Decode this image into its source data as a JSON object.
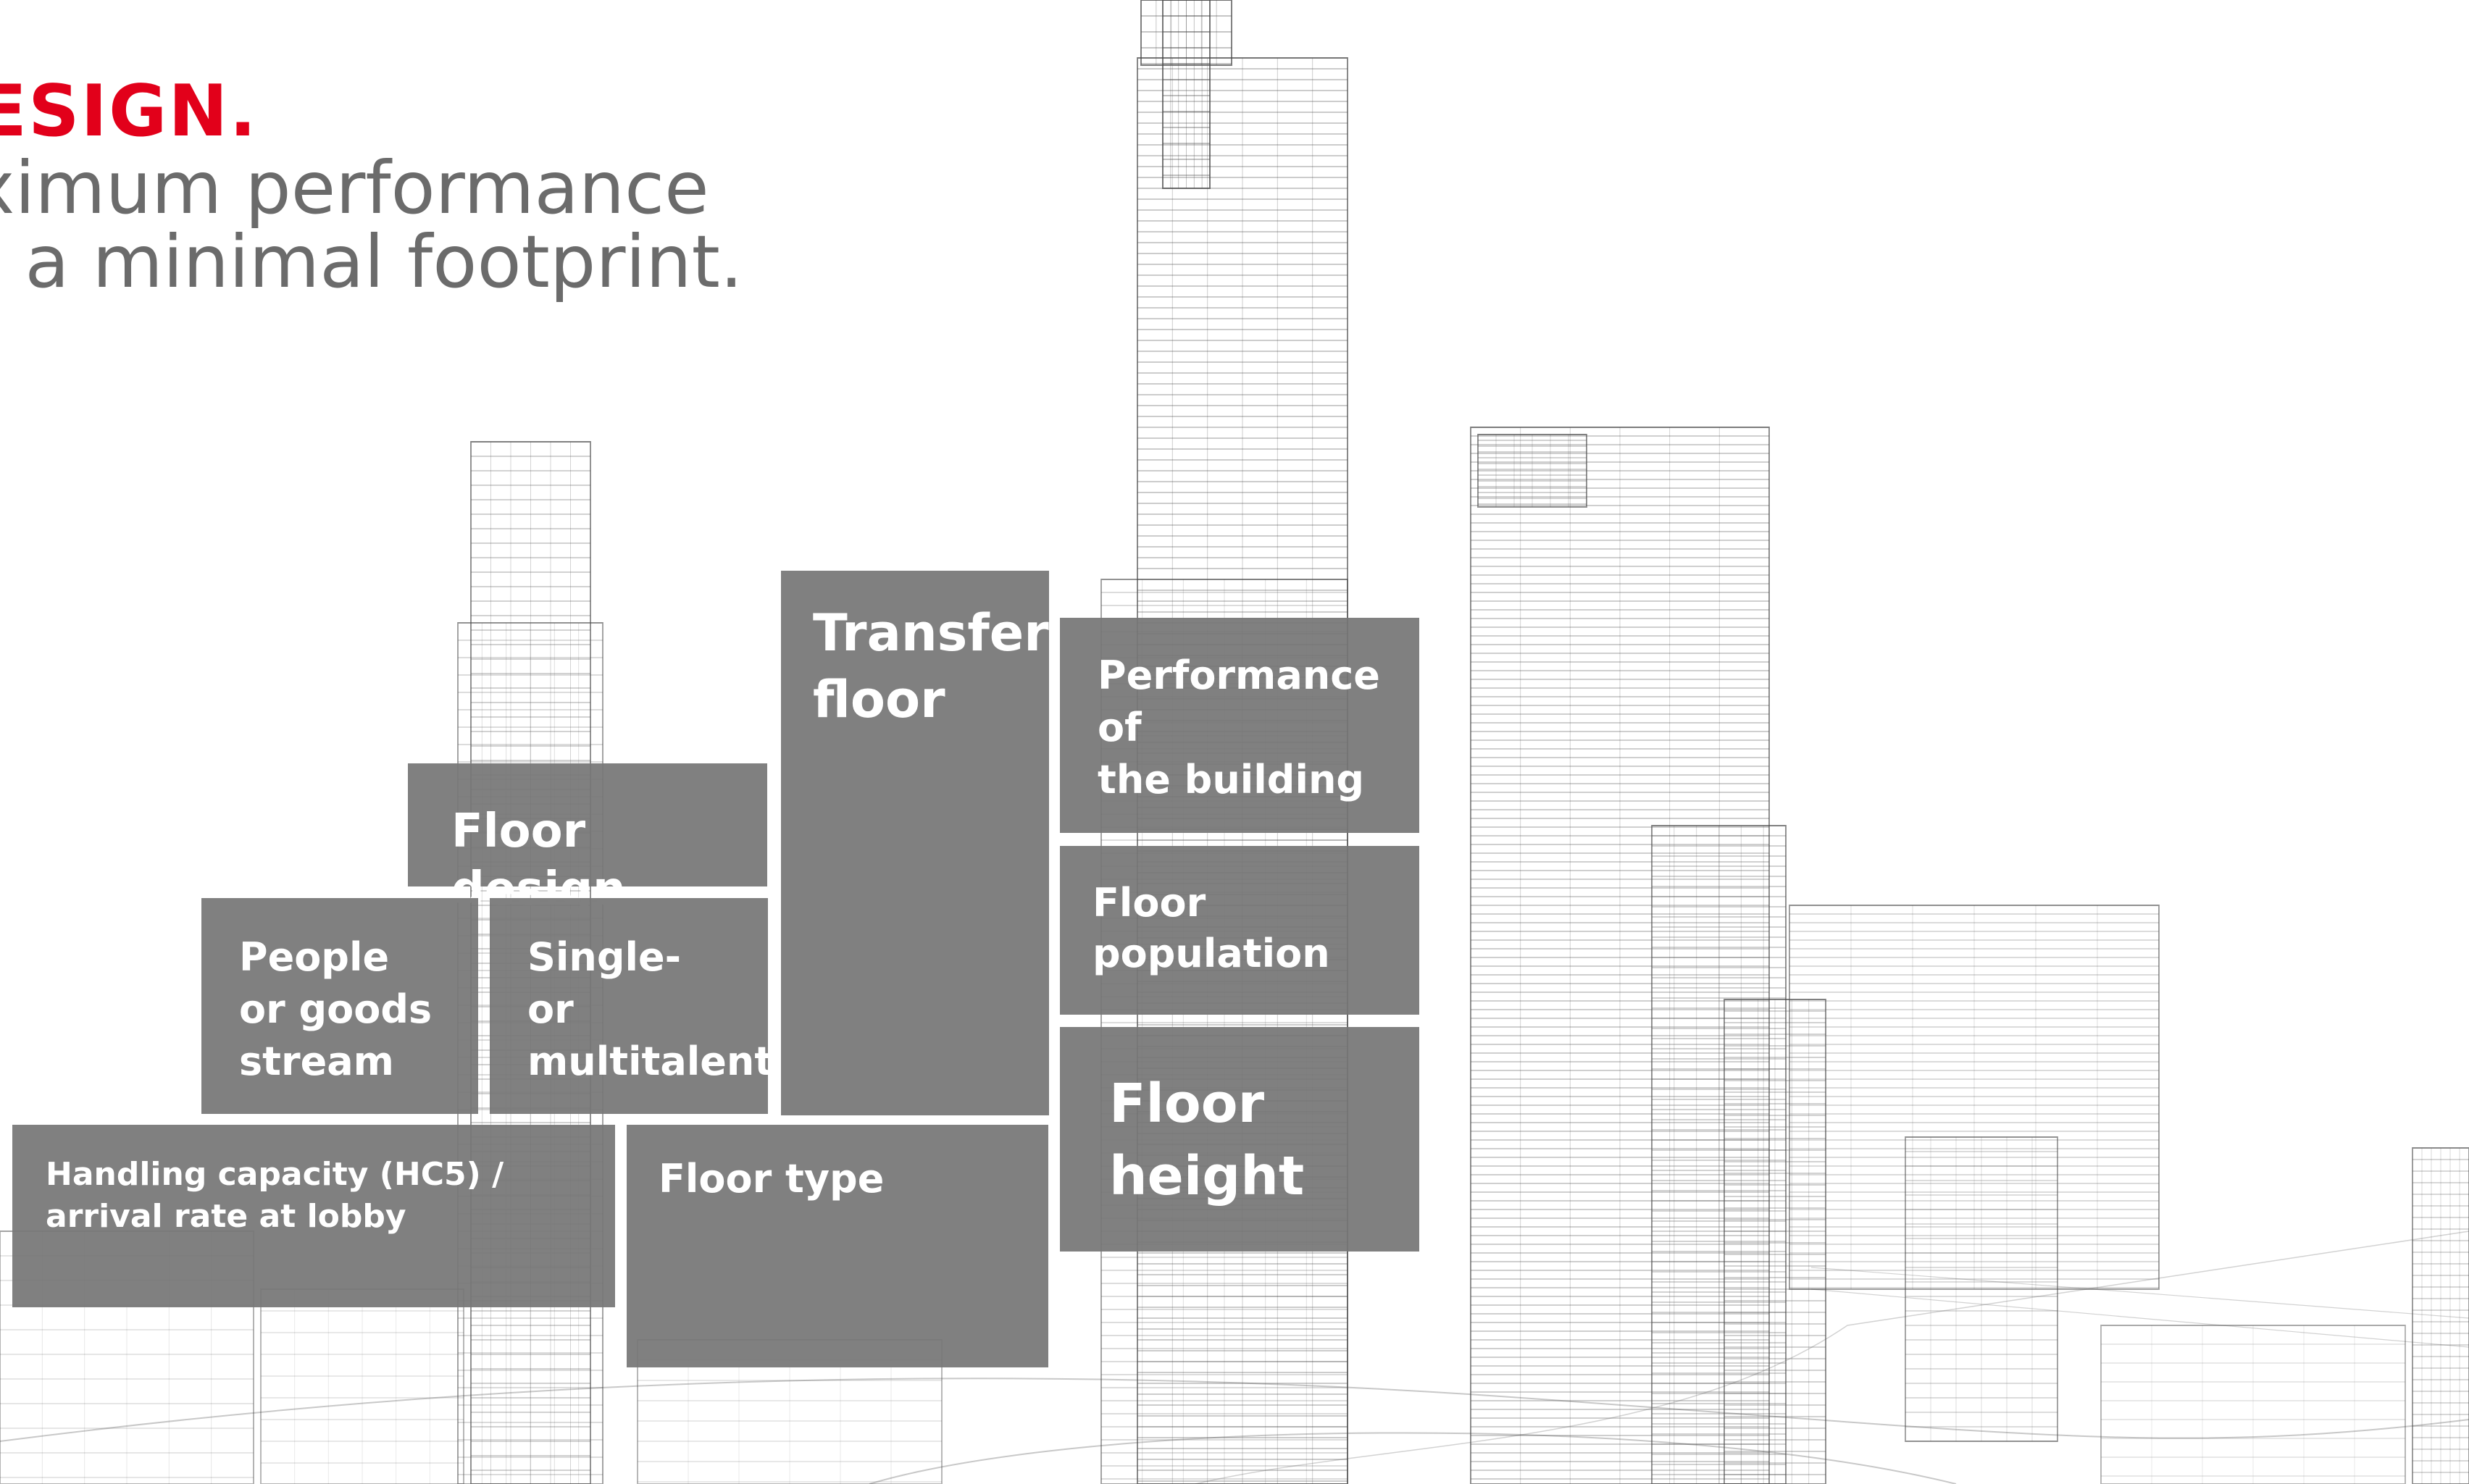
{
  "heading": {
    "title": "ESIGN.",
    "line1": "aximum performance",
    "line2": "th a minimal footprint."
  },
  "tiles": {
    "transfer_floor": "Transfer\nfloor",
    "performance": "Performance of\nthe building",
    "floor_design": "Floor design",
    "floor_population": "Floor population",
    "people_goods": "People\nor goods\nstream",
    "single_multi": "Single-\nor\nmultitalent",
    "floor_height": "Floor\nheight",
    "handling_capacity": "Handling capacity (HC5) /\narrival rate at lobby",
    "floor_type": "Floor type"
  },
  "colors": {
    "accent": "#e2001a",
    "subtitle": "#6b6b6b",
    "tile": "#767676",
    "tile_text": "#ffffff",
    "line_art": "#4a4a4a"
  }
}
